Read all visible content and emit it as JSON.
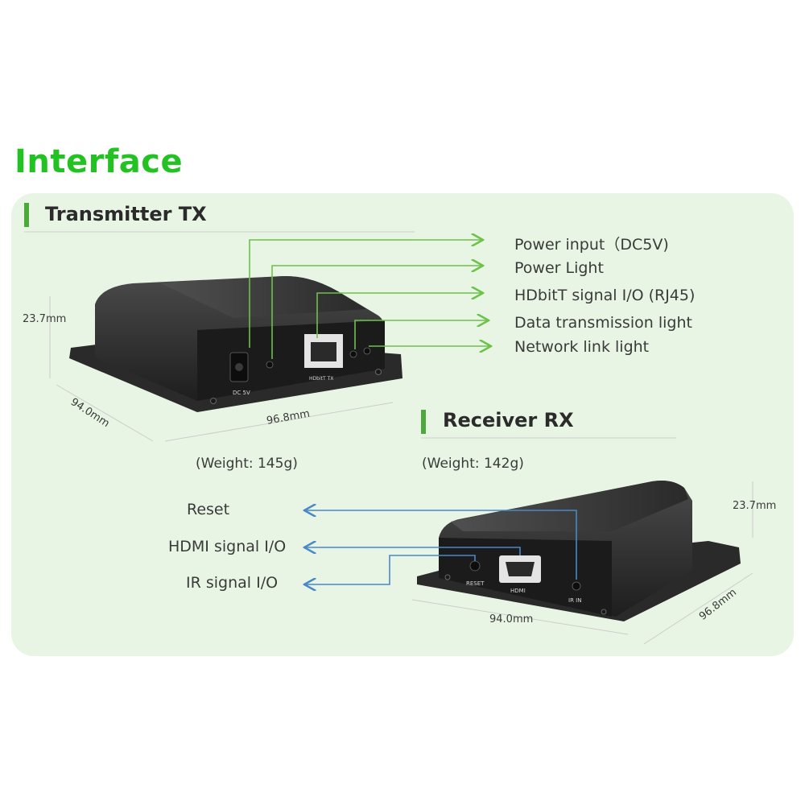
{
  "title": "Interface",
  "colors": {
    "green_accent": "#22c222",
    "panel_bg": "#e9f5e4",
    "tx_leader": "#6cc24a",
    "rx_leader": "#4a88c9"
  },
  "transmitter": {
    "heading": "Transmitter TX",
    "labels": [
      "Power input（DC5V)",
      "Power Light",
      "HDbitT signal I/O (RJ45)",
      "Data transmission light",
      "Network link light"
    ],
    "dims": {
      "height": "23.7mm",
      "depth": "94.0mm",
      "width": "96.8mm"
    },
    "weight": "(Weight: 145g)",
    "port_labels": {
      "dc": "DC 5V",
      "rj45": "HDbitT TX"
    }
  },
  "receiver": {
    "heading": "Receiver RX",
    "labels": [
      "Reset",
      "HDMI signal I/O",
      "IR signal I/O"
    ],
    "dims": {
      "height": "23.7mm",
      "width": "94.0mm",
      "depth": "96.8mm"
    },
    "weight": "(Weight: 142g)",
    "port_labels": {
      "reset": "RESET",
      "hdmi": "HDMI",
      "ir": "IR IN"
    }
  }
}
